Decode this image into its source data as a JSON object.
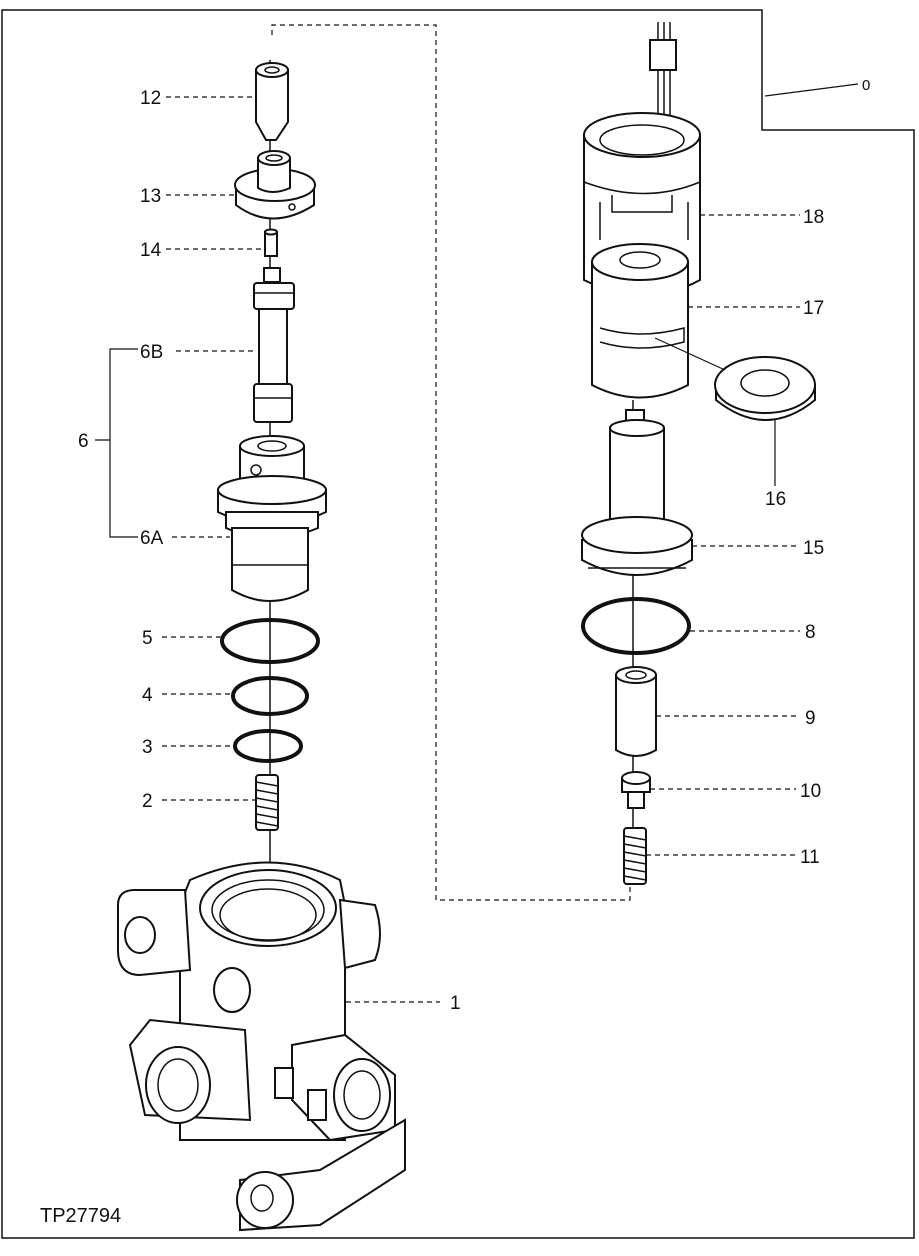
{
  "figure_id": "TP27794",
  "labels": {
    "l0": "0",
    "l1": "1",
    "l2": "2",
    "l3": "3",
    "l4": "4",
    "l5": "5",
    "l6": "6",
    "l6a": "6A",
    "l6b": "6B",
    "l8": "8",
    "l9": "9",
    "l10": "10",
    "l11": "11",
    "l12": "12",
    "l13": "13",
    "l14": "14",
    "l15": "15",
    "l16": "16",
    "l17": "17",
    "l18": "18"
  }
}
